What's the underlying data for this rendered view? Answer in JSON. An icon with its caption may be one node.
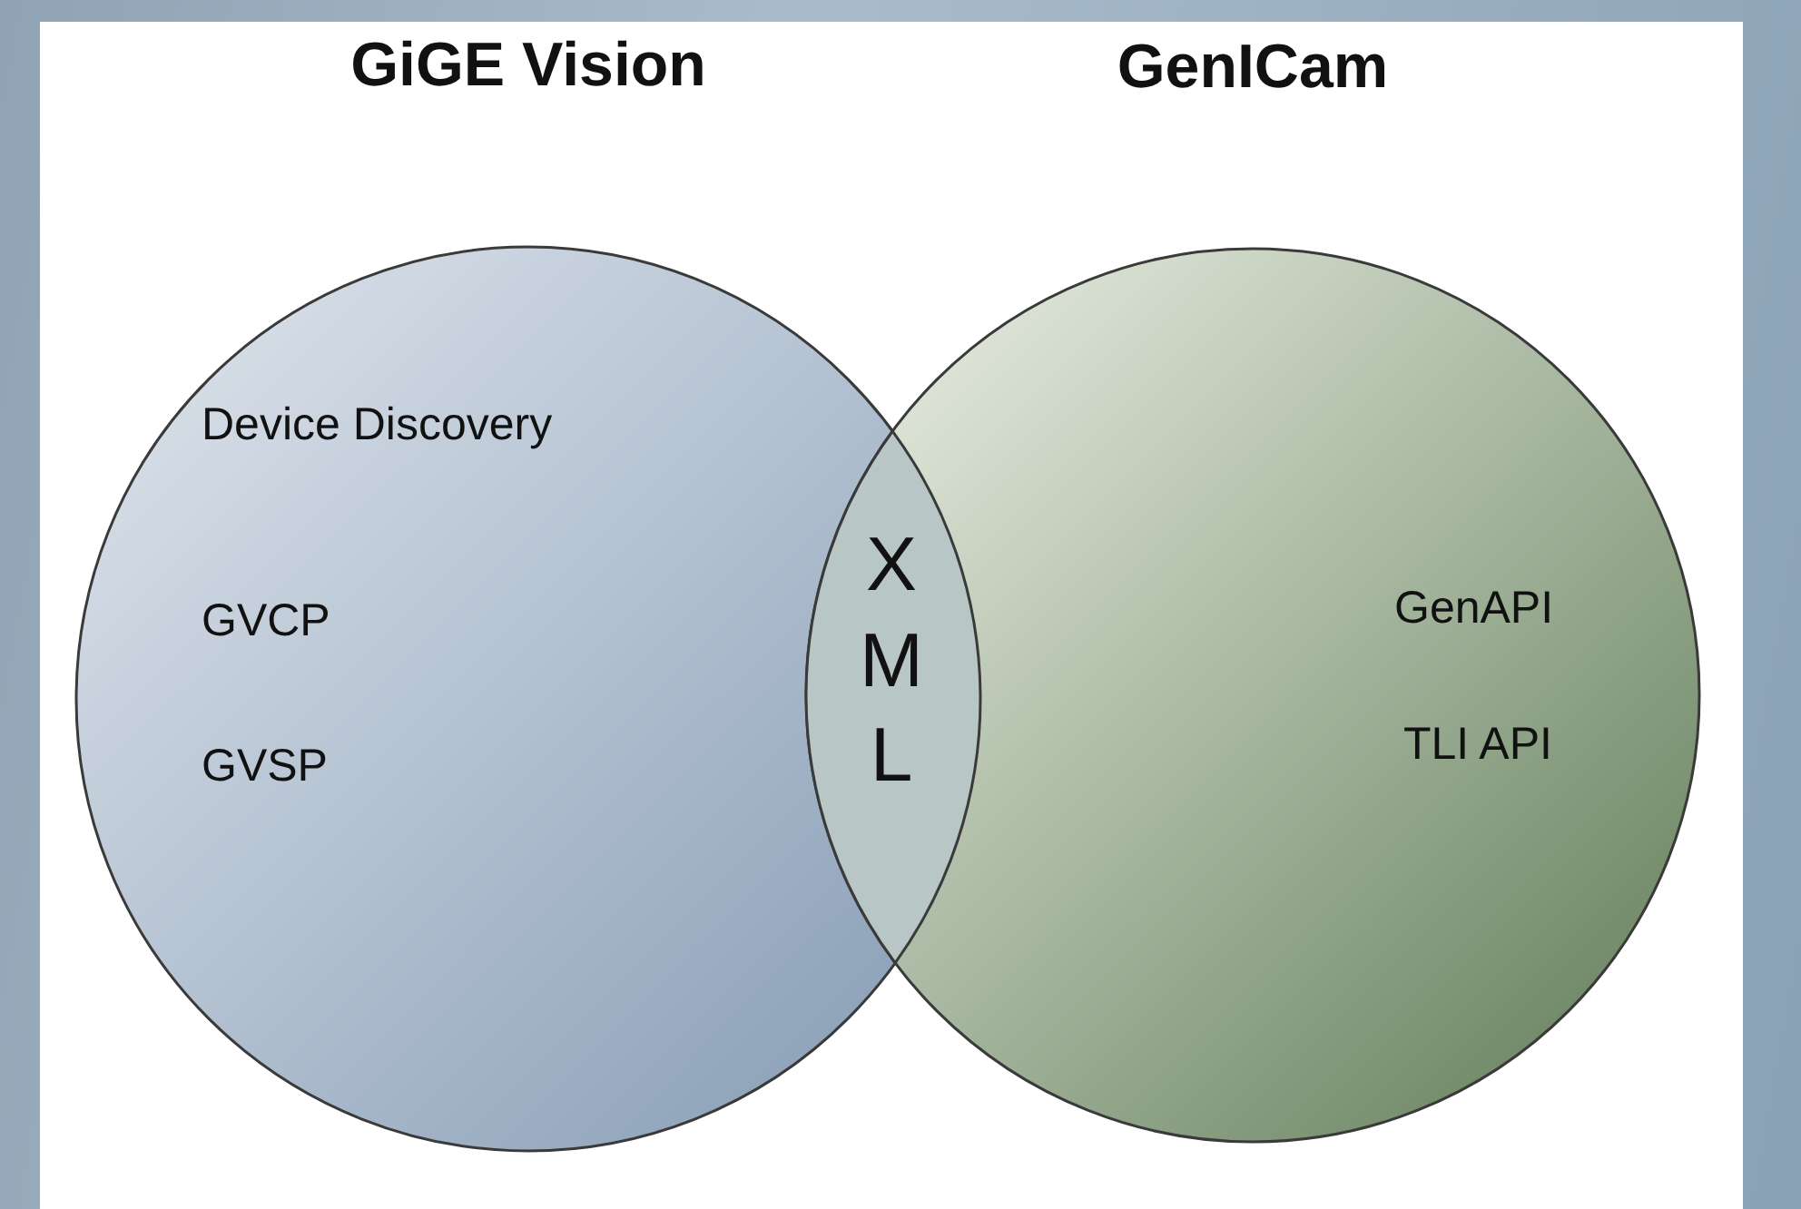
{
  "diagram": {
    "nodes": [
      {
        "text": [
          "GiGE Vision",
          "Device Discovery",
          "GVCP",
          "GVSP"
        ]
      },
      {
        "text": [
          "GenICam",
          "GenAPI",
          "TLI API"
        ]
      }
    ],
    "labels": [
      "X M L"
    ]
  }
}
